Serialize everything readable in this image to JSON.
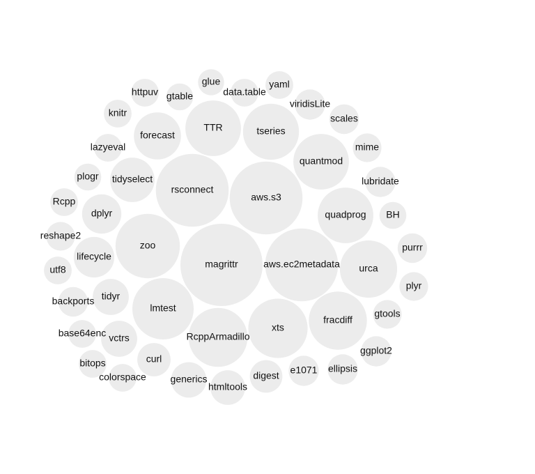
{
  "chart_data": {
    "type": "packed-bubble",
    "bubble_color": "#ececec",
    "text_color": "#111111",
    "title": "",
    "nodes": [
      {
        "label": "magrittr",
        "value": 14
      },
      {
        "label": "aws.ec2metadata",
        "value": 11
      },
      {
        "label": "aws.s3",
        "value": 11
      },
      {
        "label": "rsconnect",
        "value": 11
      },
      {
        "label": "xts",
        "value": 7.3
      },
      {
        "label": "RcppArmadillo",
        "value": 7.2
      },
      {
        "label": "lmtest",
        "value": 7.8
      },
      {
        "label": "zoo",
        "value": 8.6
      },
      {
        "label": "urca",
        "value": 6.8
      },
      {
        "label": "fracdiff",
        "value": 7
      },
      {
        "label": "quadprog",
        "value": 6.4
      },
      {
        "label": "quantmod",
        "value": 6.4
      },
      {
        "label": "tseries",
        "value": 6.5
      },
      {
        "label": "TTR",
        "value": 6.4
      },
      {
        "label": "forecast",
        "value": 4.6
      },
      {
        "label": "tidyselect",
        "value": 4.1
      },
      {
        "label": "dplyr",
        "value": 3.2
      },
      {
        "label": "lifecycle",
        "value": 3.4
      },
      {
        "label": "tidyr",
        "value": 2.7
      },
      {
        "label": "vctrs",
        "value": 2.7
      },
      {
        "label": "curl",
        "value": 2.3
      },
      {
        "label": "generics",
        "value": 2.6
      },
      {
        "label": "htmltools",
        "value": 2.5
      },
      {
        "label": "digest",
        "value": 2.2
      },
      {
        "label": "e1071",
        "value": 1.9
      },
      {
        "label": "ellipsis",
        "value": 1.9
      },
      {
        "label": "ggplot2",
        "value": 1.9
      },
      {
        "label": "gtools",
        "value": 1.7
      },
      {
        "label": "plyr",
        "value": 1.7
      },
      {
        "label": "purrr",
        "value": 1.8
      },
      {
        "label": "BH",
        "value": 1.5
      },
      {
        "label": "lubridate",
        "value": 1.9
      },
      {
        "label": "mime",
        "value": 1.7
      },
      {
        "label": "scales",
        "value": 1.8
      },
      {
        "label": "viridisLite",
        "value": 1.9
      },
      {
        "label": "yaml",
        "value": 1.6
      },
      {
        "label": "data.table",
        "value": 1.6
      },
      {
        "label": "glue",
        "value": 1.4
      },
      {
        "label": "gtable",
        "value": 1.5
      },
      {
        "label": "httpuv",
        "value": 1.6
      },
      {
        "label": "knitr",
        "value": 1.6
      },
      {
        "label": "lazyeval",
        "value": 1.6
      },
      {
        "label": "plogr",
        "value": 1.5
      },
      {
        "label": "Rcpp",
        "value": 1.6
      },
      {
        "label": "reshape2",
        "value": 1.7
      },
      {
        "label": "utf8",
        "value": 1.6
      },
      {
        "label": "backports",
        "value": 1.8
      },
      {
        "label": "base64enc",
        "value": 1.6
      },
      {
        "label": "bitops",
        "value": 1.6
      },
      {
        "label": "colorspace",
        "value": 1.6
      }
    ]
  }
}
